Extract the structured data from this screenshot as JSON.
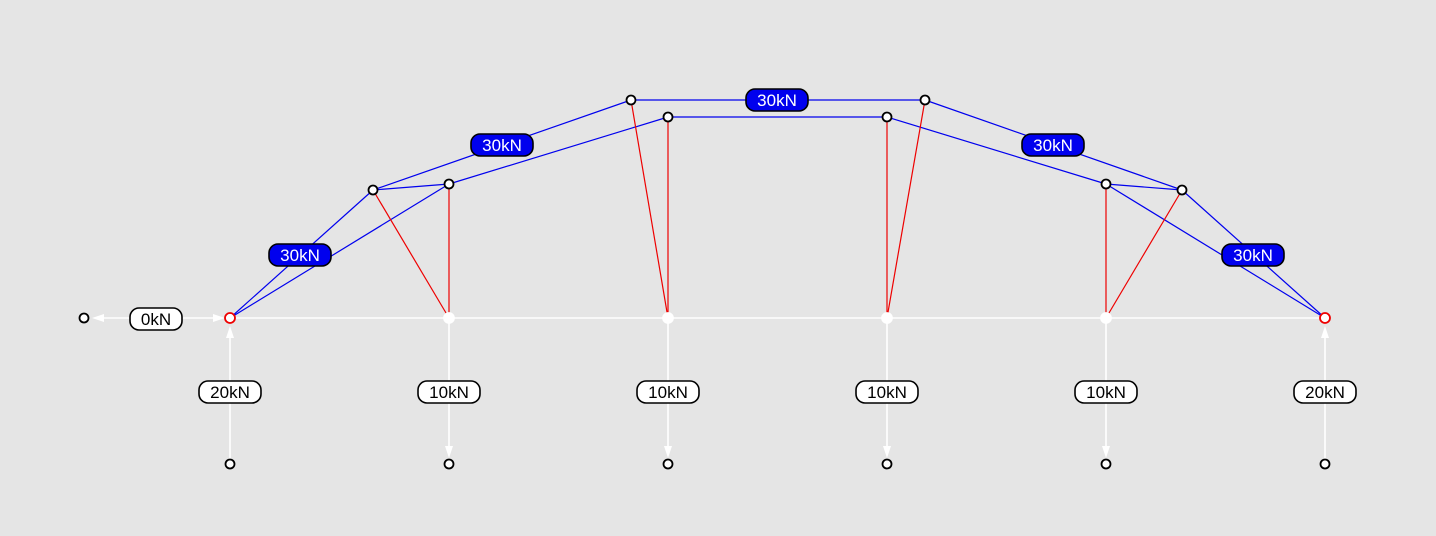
{
  "colors": {
    "background": "#e5e5e5",
    "compression": "#0000ee",
    "tension": "#ee0000",
    "load": "#ffffff",
    "label_fill": "#ffffff",
    "label_text": "#000000",
    "comp_label_fill": "#0000ee",
    "comp_label_text": "#ffffff",
    "support_node": "#ee0000"
  },
  "labels": {
    "support_horizontal": "0kN",
    "support_left": "20kN",
    "load_1": "10kN",
    "load_2": "10kN",
    "load_3": "10kN",
    "load_4": "10kN",
    "support_right": "20kN",
    "chord_left_lower": "30kN",
    "chord_left_upper": "30kN",
    "chord_top": "30kN",
    "chord_right_upper": "30kN",
    "chord_right_lower": "30kN"
  }
}
